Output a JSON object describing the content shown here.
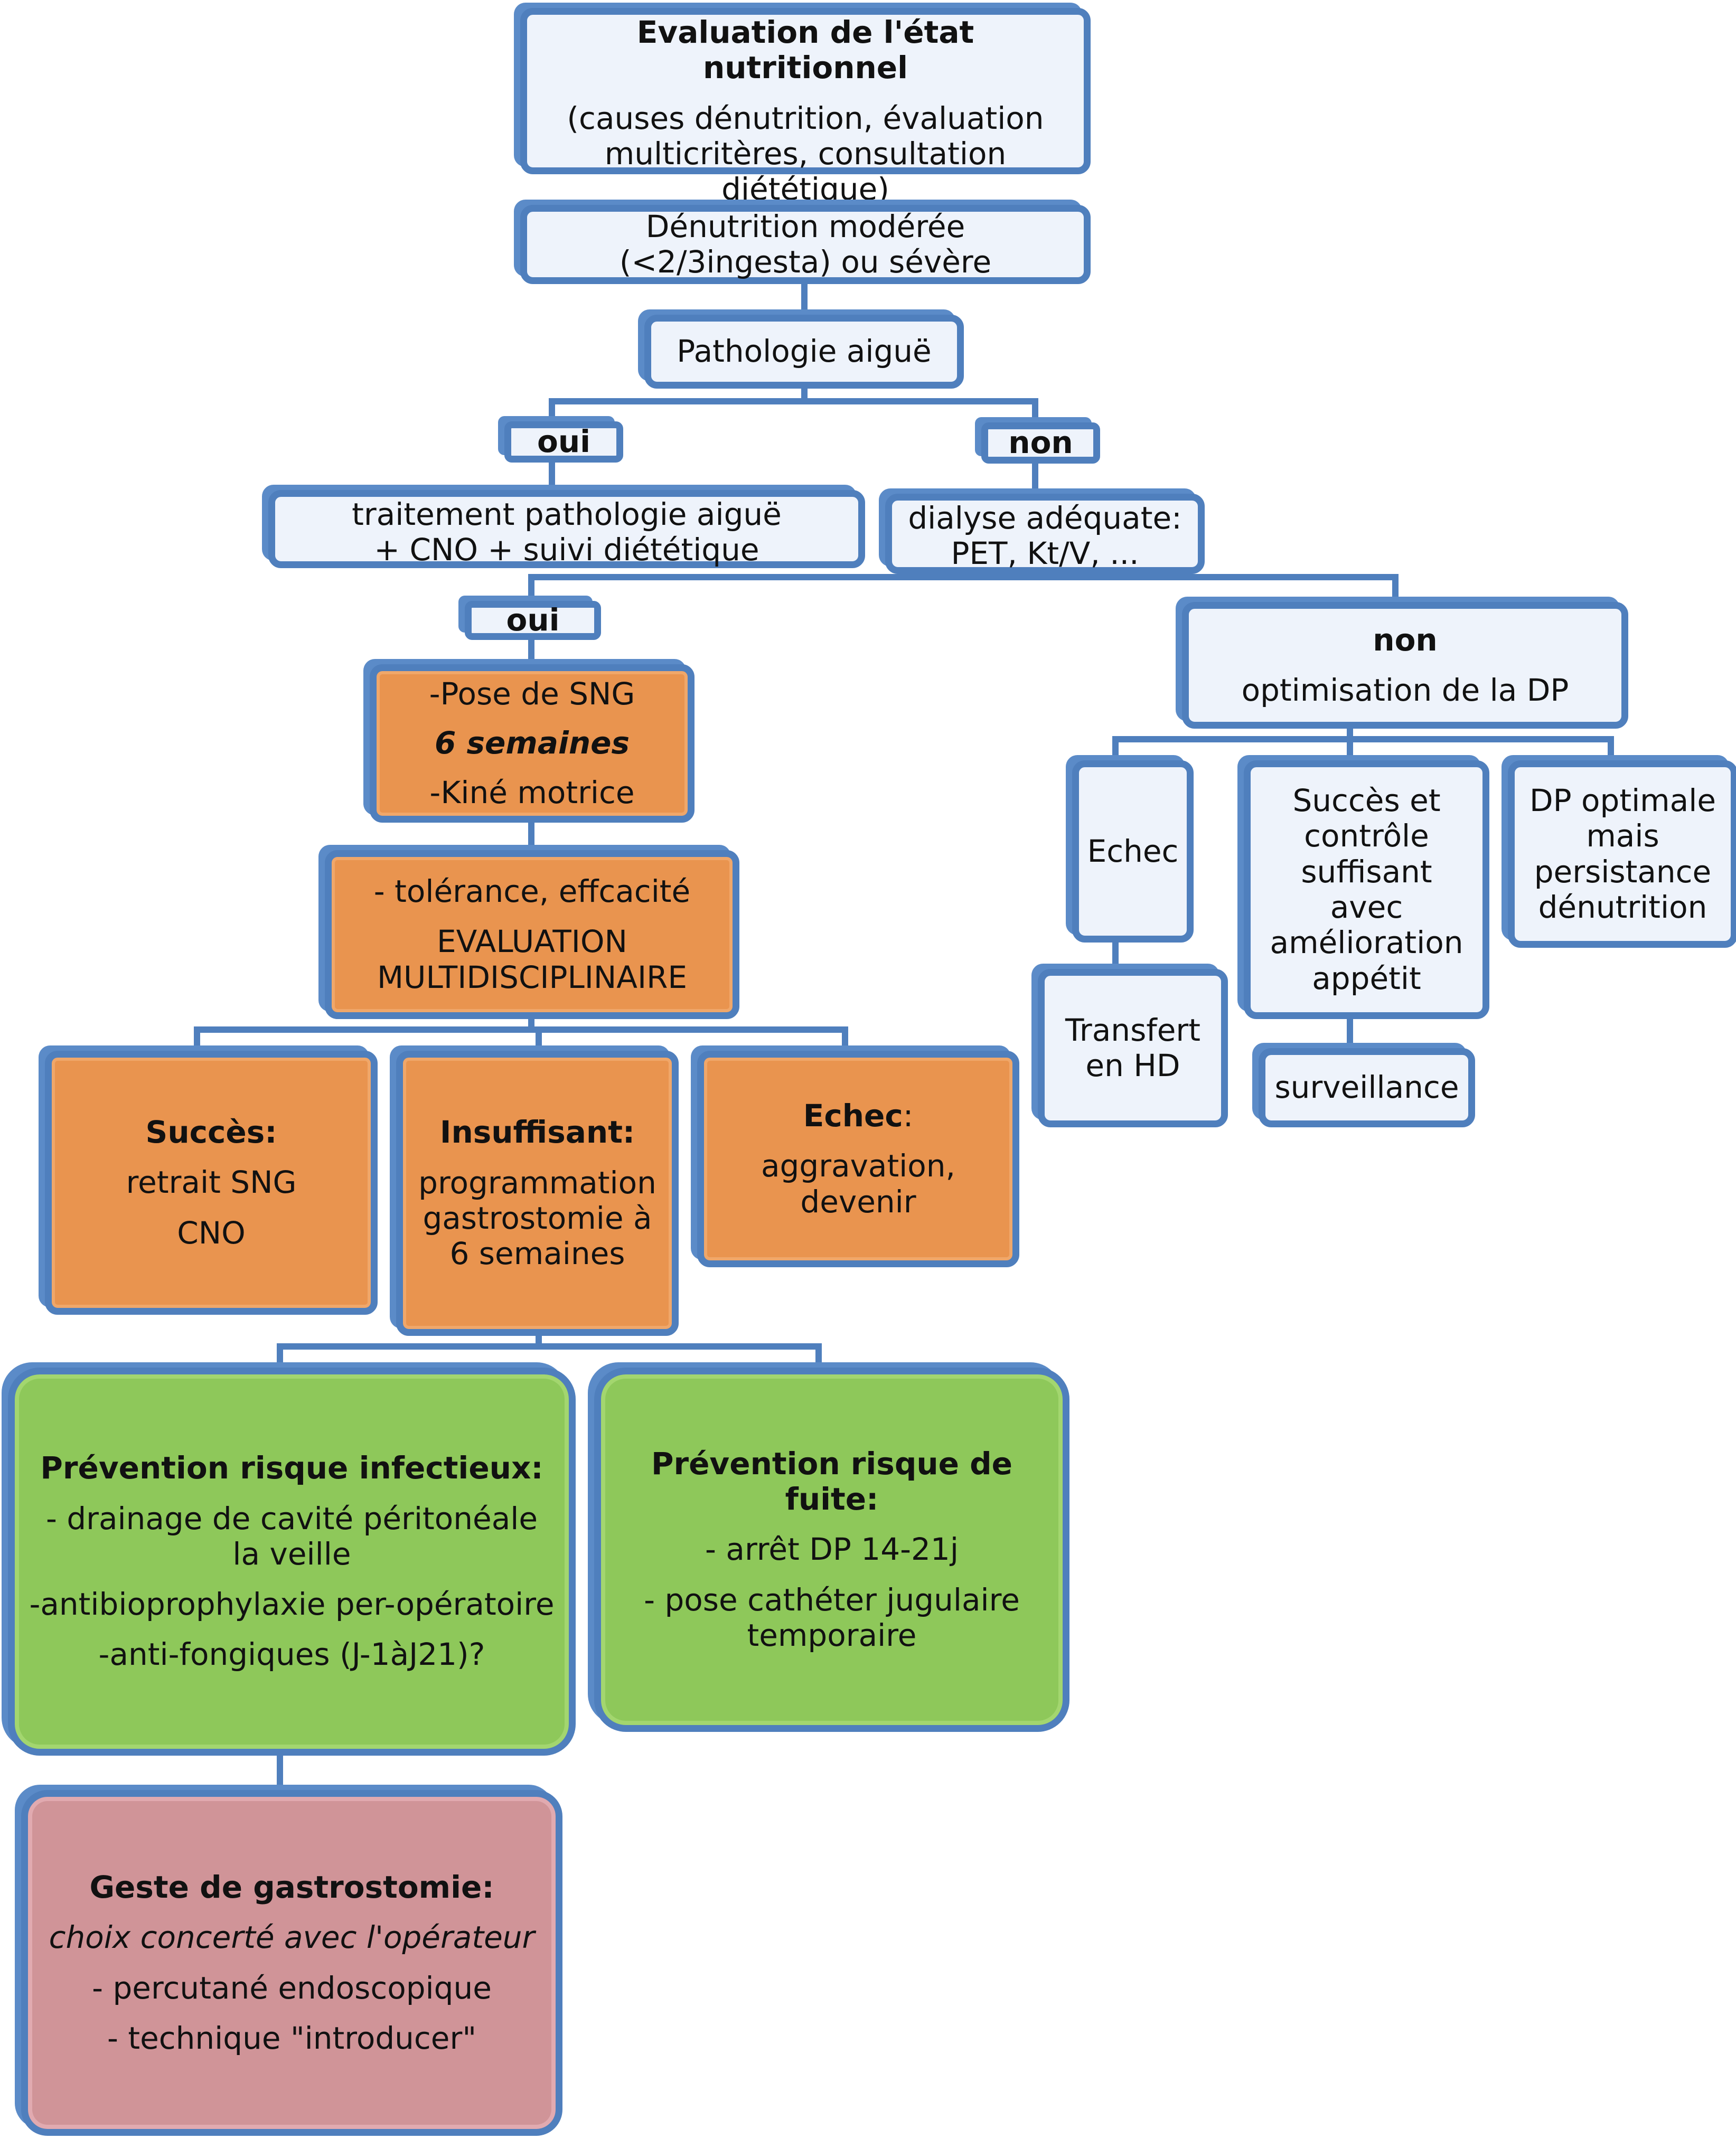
{
  "eval": {
    "title": "Evaluation de l'état nutritionnel",
    "detail": "(causes dénutrition, évaluation multicritères, consultation diététique)"
  },
  "denutrition": "Dénutrition modérée (<2/3ingesta) ou sévère",
  "pathologie": "Pathologie aiguë",
  "oui1": "oui",
  "non1": "non",
  "traitement": {
    "line1": "traitement pathologie aiguë",
    "line2": "+ CNO + suivi diététique"
  },
  "dialyse": {
    "line1": "dialyse adéquate:",
    "line2": "PET, Kt/V, ..."
  },
  "oui2": "oui",
  "non_dp": {
    "label": "non",
    "text": "optimisation de la DP"
  },
  "sng": {
    "line1": "-Pose de SNG",
    "line2": "6 semaines",
    "line3": "-Kiné motrice"
  },
  "evaluation": {
    "line1": "- tolérance, effcacité",
    "line2": "EVALUATION MULTIDISCIPLINAIRE"
  },
  "succes": {
    "title": "Succès:",
    "line1": "retrait SNG",
    "line2": "CNO"
  },
  "insuffisant": {
    "title": "Insuffisant:",
    "text": "programmation gastrostomie à 6 semaines"
  },
  "echec": {
    "title": "Echec",
    "colon": ":",
    "text": "aggravation, devenir"
  },
  "dp_echec": "Echec",
  "dp_succes": "Succès et contrôle suffisant avec amélioration appétit",
  "dp_optimale": "DP optimale mais persistance dénutrition",
  "transfert": "Transfert en HD",
  "surveillance": "surveillance",
  "infectieux": {
    "title": "Prévention risque infectieux:",
    "items": [
      "- drainage de cavité péritonéale la veille",
      "-antibioprophylaxie per-opératoire",
      "-anti-fongiques (J-1àJ21)?"
    ]
  },
  "fuite": {
    "title": "Prévention risque de fuite:",
    "items": [
      "- arrêt DP 14-21j",
      "- pose cathéter jugulaire temporaire"
    ]
  },
  "geste": {
    "title": "Geste de gastrostomie:",
    "subtitle": "choix concerté avec l'opérateur",
    "items": [
      "- percutané endoscopique",
      "- technique \"introducer\""
    ]
  },
  "colors": {
    "border": "#4f7fbd",
    "blue_fill": "#eef3fb",
    "orange_fill": "#e9944f",
    "green_fill": "#8ec85a",
    "pink_fill": "#d09498"
  }
}
